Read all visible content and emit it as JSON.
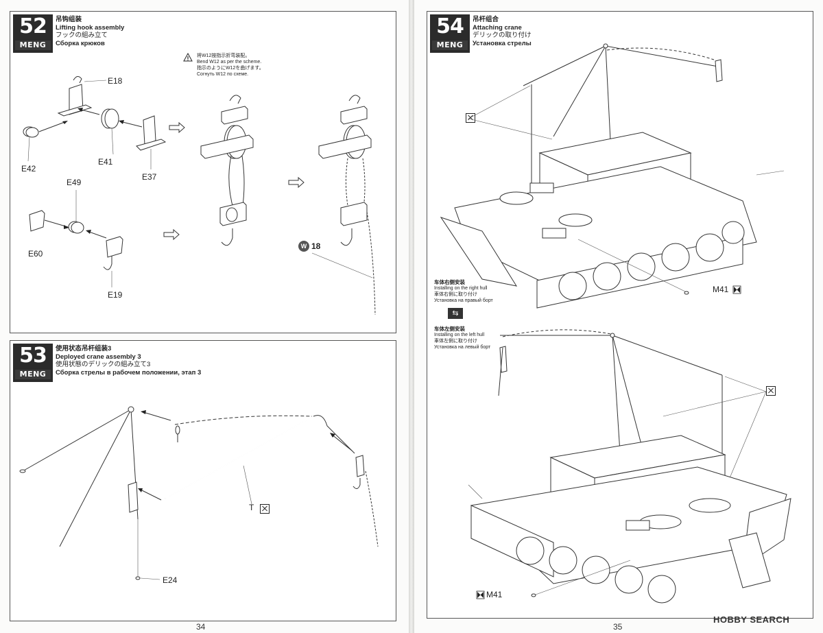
{
  "pages": {
    "left_number": "34",
    "right_number": "35"
  },
  "brand": "MENG",
  "steps": [
    {
      "number": "52",
      "title_cn": "吊钩组装",
      "title_en": "Lifting hook assembly",
      "title_jp": "フックの組み立て",
      "title_ru": "Сборка крюков"
    },
    {
      "number": "53",
      "title_cn": "使用状态吊杆组装3",
      "title_en": "Deployed crane assembly 3",
      "title_jp": "使用状態のデリックの組み立て3",
      "title_ru": "Сборка стрелы в рабочем положении, этап 3"
    },
    {
      "number": "54",
      "title_cn": "吊杆组合",
      "title_en": "Attaching crane",
      "title_jp": "デリックの取り付け",
      "title_ru": "Установка стрелы"
    }
  ],
  "step52": {
    "parts": [
      "E18",
      "E41",
      "E42",
      "E37",
      "E49",
      "E60",
      "E19"
    ],
    "note_cn": "将W12按指示折弯装配。",
    "note_en": "Bend W12 as per the scheme.",
    "note_jp": "指示のようにW12を曲げます。",
    "note_ru": "Согнуть W12 по схеме.",
    "badge_letter": "W",
    "badge_number": "18"
  },
  "step53": {
    "parts": [
      "T",
      "E24"
    ]
  },
  "step54": {
    "right_hull_cn": "车体右侧安装",
    "right_hull_en": "Installing on the right hull",
    "right_hull_jp": "車体右側に取り付け",
    "right_hull_ru": "Установка на правый борт",
    "left_hull_cn": "车体左侧安装",
    "left_hull_en": "Installing on the left hull",
    "left_hull_jp": "車体左側に取り付け",
    "left_hull_ru": "Установка на левый борт",
    "part_top": "M41",
    "part_bottom": "M41"
  },
  "watermark": "HOBBY SEARCH",
  "icons": [
    "glue-icon",
    "bowtie-icon",
    "flip-icon",
    "arrow-icon",
    "warning-icon"
  ]
}
